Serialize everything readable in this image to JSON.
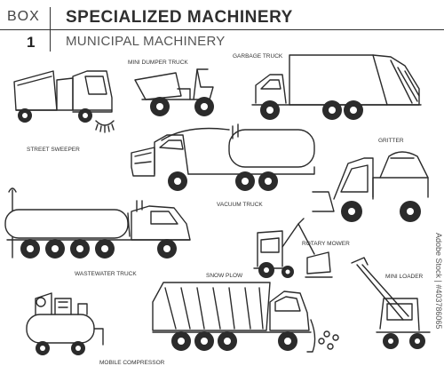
{
  "header": {
    "box_label": "BOX",
    "box_number": "1",
    "title": "SPECIALIZED MACHINERY",
    "subtitle": "MUNICIPAL MACHINERY"
  },
  "labels": {
    "street_sweeper": "STREET SWEEPER",
    "mini_dumper_truck": "MINI DUMPER TRUCK",
    "garbage_truck": "GARBAGE TRUCK",
    "vacuum_truck": "VACUUM TRUCK",
    "gritter": "GRITTER",
    "wastewater_truck": "WASTEWATER TRUCK",
    "rotary_mower": "ROTARY MOWER",
    "snow_plow": "SNOW PLOW",
    "mini_loader": "MINI LOADER",
    "mobile_compressor": "MOBILE COMPRESSOR"
  },
  "stock_id": "Adobe Stock | #403786065",
  "colors": {
    "line": "#2b2b2b",
    "background": "#ffffff"
  }
}
